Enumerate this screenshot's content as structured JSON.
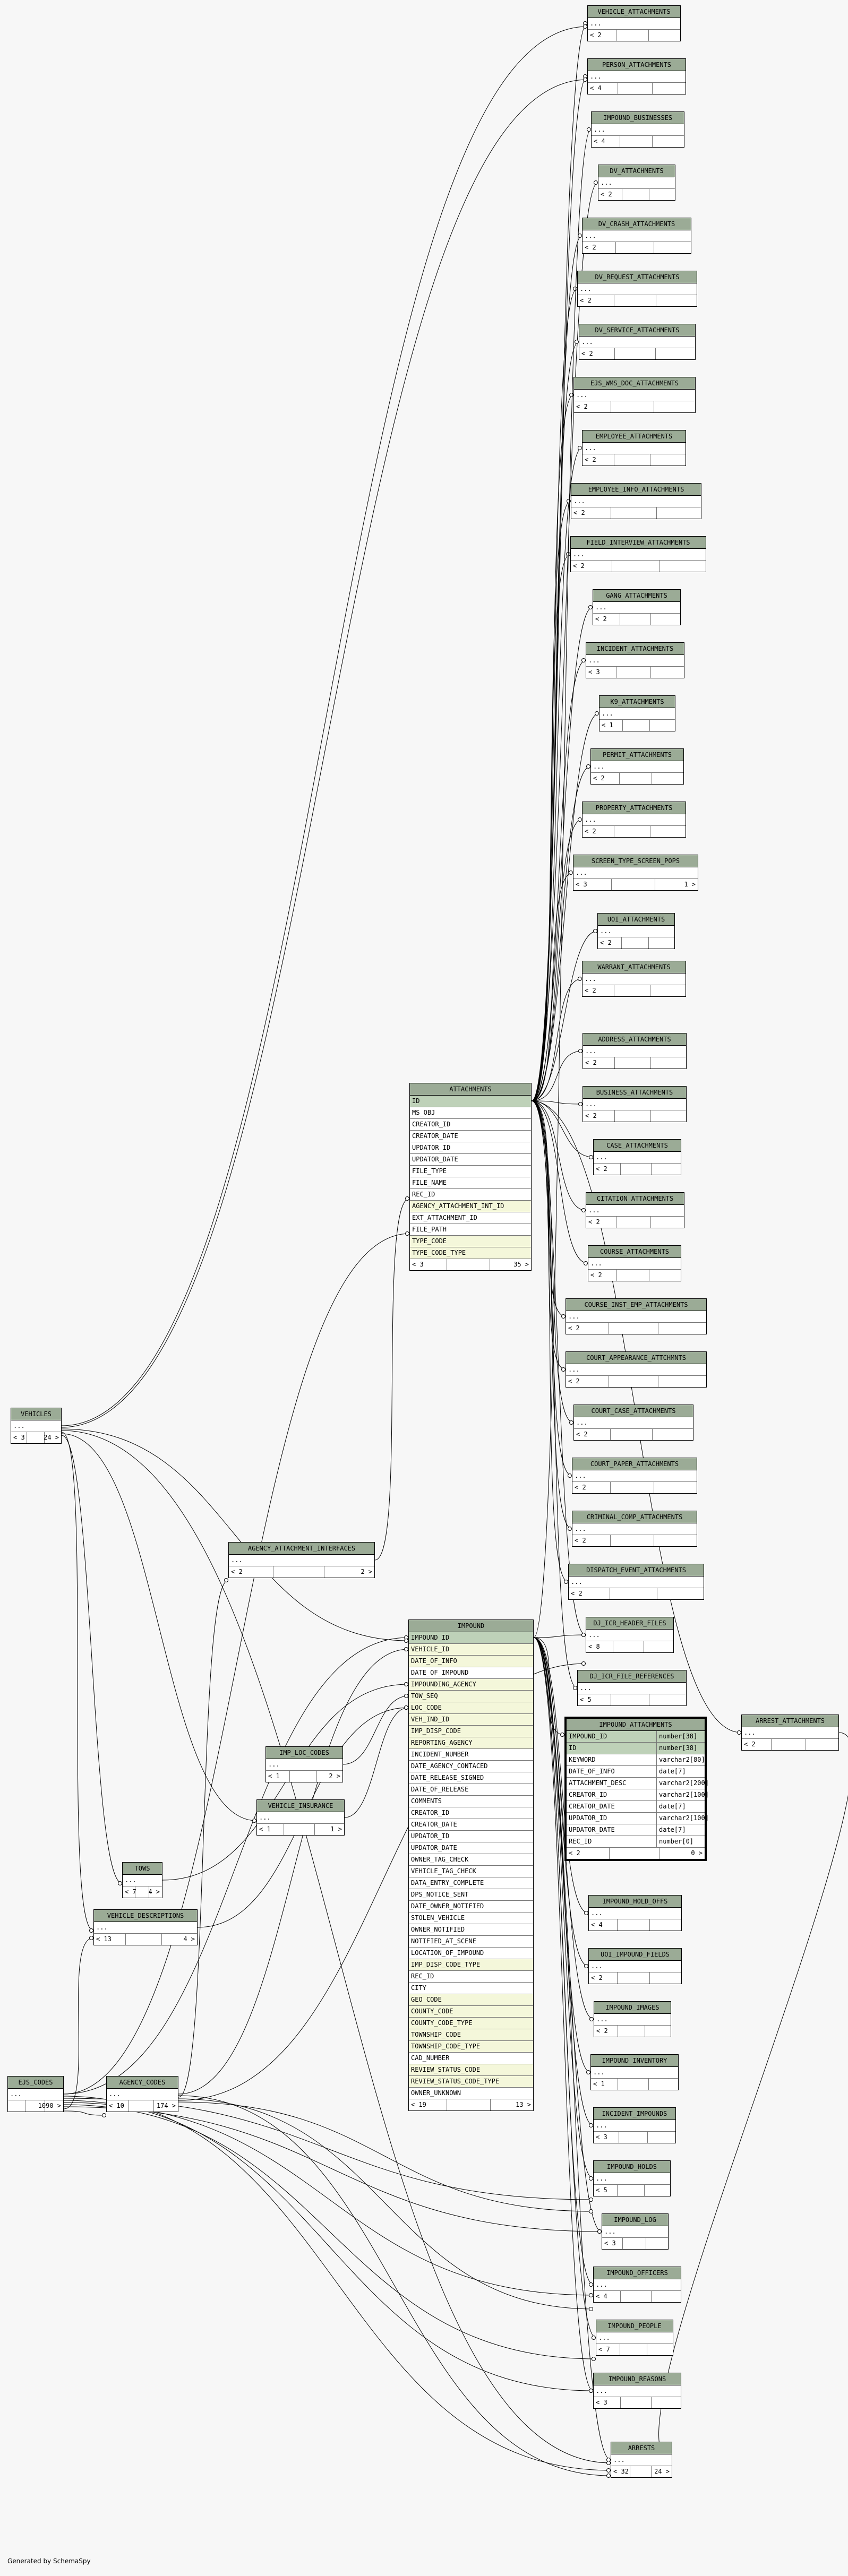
{
  "footer_text": "Generated by SchemaSpy",
  "colors": {
    "header": "#9bab96",
    "pk_row": "#bed1b8",
    "fk_row": "#f4f7da",
    "edge": "#000000"
  },
  "tables": {
    "vehicle_attachments": {
      "name": "VEHICLE_ATTACHMENTS",
      "rows": [
        "..."
      ],
      "foot_left": "< 2",
      "foot_right": ""
    },
    "person_attachments": {
      "name": "PERSON_ATTACHMENTS",
      "rows": [
        "..."
      ],
      "foot_left": "< 4",
      "foot_right": ""
    },
    "impound_businesses": {
      "name": "IMPOUND_BUSINESSES",
      "rows": [
        "..."
      ],
      "foot_left": "< 4",
      "foot_right": ""
    },
    "dv_attachments": {
      "name": "DV_ATTACHMENTS",
      "rows": [
        "..."
      ],
      "foot_left": "< 2",
      "foot_right": ""
    },
    "dv_crash_attachments": {
      "name": "DV_CRASH_ATTACHMENTS",
      "rows": [
        "..."
      ],
      "foot_left": "< 2",
      "foot_right": ""
    },
    "dv_request_attachments": {
      "name": "DV_REQUEST_ATTACHMENTS",
      "rows": [
        "..."
      ],
      "foot_left": "< 2",
      "foot_right": ""
    },
    "dv_service_attachments": {
      "name": "DV_SERVICE_ATTACHMENTS",
      "rows": [
        "..."
      ],
      "foot_left": "< 2",
      "foot_right": ""
    },
    "ejs_wms_doc_attachments": {
      "name": "EJS_WMS_DOC_ATTACHMENTS",
      "rows": [
        "..."
      ],
      "foot_left": "< 2",
      "foot_right": ""
    },
    "employee_attachments": {
      "name": "EMPLOYEE_ATTACHMENTS",
      "rows": [
        "..."
      ],
      "foot_left": "< 2",
      "foot_right": ""
    },
    "employee_info_attachments": {
      "name": "EMPLOYEE_INFO_ATTACHMENTS",
      "rows": [
        "..."
      ],
      "foot_left": "< 2",
      "foot_right": ""
    },
    "field_interview_attachments": {
      "name": "FIELD_INTERVIEW_ATTACHMENTS",
      "rows": [
        "..."
      ],
      "foot_left": "< 2",
      "foot_right": ""
    },
    "gang_attachments": {
      "name": "GANG_ATTACHMENTS",
      "rows": [
        "..."
      ],
      "foot_left": "< 2",
      "foot_right": ""
    },
    "incident_attachments": {
      "name": "INCIDENT_ATTACHMENTS",
      "rows": [
        "..."
      ],
      "foot_left": "< 3",
      "foot_right": ""
    },
    "k9_attachments": {
      "name": "K9_ATTACHMENTS",
      "rows": [
        "..."
      ],
      "foot_left": "< 1",
      "foot_right": ""
    },
    "permit_attachments": {
      "name": "PERMIT_ATTACHMENTS",
      "rows": [
        "..."
      ],
      "foot_left": "< 2",
      "foot_right": ""
    },
    "property_attachments": {
      "name": "PROPERTY_ATTACHMENTS",
      "rows": [
        "..."
      ],
      "foot_left": "< 2",
      "foot_right": ""
    },
    "screen_type_screen_pops": {
      "name": "SCREEN_TYPE_SCREEN_POPS",
      "rows": [
        "..."
      ],
      "foot_left": "< 3",
      "foot_right": "1 >"
    },
    "uoi_attachments": {
      "name": "UOI_ATTACHMENTS",
      "rows": [
        "..."
      ],
      "foot_left": "< 2",
      "foot_right": ""
    },
    "warrant_attachments": {
      "name": "WARRANT_ATTACHMENTS",
      "rows": [
        "..."
      ],
      "foot_left": "< 2",
      "foot_right": ""
    },
    "address_attachments": {
      "name": "ADDRESS_ATTACHMENTS",
      "rows": [
        "..."
      ],
      "foot_left": "< 2",
      "foot_right": ""
    },
    "business_attachments": {
      "name": "BUSINESS_ATTACHMENTS",
      "rows": [
        "..."
      ],
      "foot_left": "< 2",
      "foot_right": ""
    },
    "case_attachments": {
      "name": "CASE_ATTACHMENTS",
      "rows": [
        "..."
      ],
      "foot_left": "< 2",
      "foot_right": ""
    },
    "citation_attachments": {
      "name": "CITATION_ATTACHMENTS",
      "rows": [
        "..."
      ],
      "foot_left": "< 2",
      "foot_right": ""
    },
    "course_attachments": {
      "name": "COURSE_ATTACHMENTS",
      "rows": [
        "..."
      ],
      "foot_left": "< 2",
      "foot_right": ""
    },
    "course_inst_emp_attachments": {
      "name": "COURSE_INST_EMP_ATTACHMENTS",
      "rows": [
        "..."
      ],
      "foot_left": "< 2",
      "foot_right": ""
    },
    "court_appearance_attchmnts": {
      "name": "COURT_APPEARANCE_ATTCHMNTS",
      "rows": [
        "..."
      ],
      "foot_left": "< 2",
      "foot_right": ""
    },
    "court_case_attachments": {
      "name": "COURT_CASE_ATTACHMENTS",
      "rows": [
        "..."
      ],
      "foot_left": "< 2",
      "foot_right": ""
    },
    "court_paper_attachments": {
      "name": "COURT_PAPER_ATTACHMENTS",
      "rows": [
        "..."
      ],
      "foot_left": "< 2",
      "foot_right": ""
    },
    "criminal_comp_attachments": {
      "name": "CRIMINAL_COMP_ATTACHMENTS",
      "rows": [
        "..."
      ],
      "foot_left": "< 2",
      "foot_right": ""
    },
    "dispatch_event_attachments": {
      "name": "DISPATCH_EVENT_ATTACHMENTS",
      "rows": [
        "..."
      ],
      "foot_left": "< 2",
      "foot_right": ""
    },
    "dj_icr_header_files": {
      "name": "DJ_ICR_HEADER_FILES",
      "rows": [
        "..."
      ],
      "foot_left": "< 8",
      "foot_right": ""
    },
    "dj_icr_file_references": {
      "name": "DJ_ICR_FILE_REFERENCES",
      "rows": [
        "..."
      ],
      "foot_left": "< 5",
      "foot_right": ""
    },
    "arrest_attachments": {
      "name": "ARREST_ATTACHMENTS",
      "rows": [
        "..."
      ],
      "foot_left": "< 2",
      "foot_right": ""
    },
    "impound_hold_offs": {
      "name": "IMPOUND_HOLD_OFFS",
      "rows": [
        "..."
      ],
      "foot_left": "< 4",
      "foot_right": ""
    },
    "uoi_impound_fields": {
      "name": "UOI_IMPOUND_FIELDS",
      "rows": [
        "..."
      ],
      "foot_left": "< 2",
      "foot_right": ""
    },
    "impound_images": {
      "name": "IMPOUND_IMAGES",
      "rows": [
        "..."
      ],
      "foot_left": "< 2",
      "foot_right": ""
    },
    "impound_inventory": {
      "name": "IMPOUND_INVENTORY",
      "rows": [
        "..."
      ],
      "foot_left": "< 1",
      "foot_right": ""
    },
    "incident_impounds": {
      "name": "INCIDENT_IMPOUNDS",
      "rows": [
        "..."
      ],
      "foot_left": "< 3",
      "foot_right": ""
    },
    "impound_holds": {
      "name": "IMPOUND_HOLDS",
      "rows": [
        "..."
      ],
      "foot_left": "< 5",
      "foot_right": ""
    },
    "impound_log": {
      "name": "IMPOUND_LOG",
      "rows": [
        "..."
      ],
      "foot_left": "< 3",
      "foot_right": ""
    },
    "impound_officers": {
      "name": "IMPOUND_OFFICERS",
      "rows": [
        "..."
      ],
      "foot_left": "< 4",
      "foot_right": ""
    },
    "impound_people": {
      "name": "IMPOUND_PEOPLE",
      "rows": [
        "..."
      ],
      "foot_left": "< 7",
      "foot_right": ""
    },
    "impound_reasons": {
      "name": "IMPOUND_REASONS",
      "rows": [
        "..."
      ],
      "foot_left": "< 3",
      "foot_right": ""
    },
    "arrests": {
      "name": "ARRESTS",
      "rows": [
        "..."
      ],
      "foot_left": "< 32",
      "foot_right": "24 >"
    },
    "vehicles": {
      "name": "VEHICLES",
      "rows": [
        "..."
      ],
      "foot_left": "< 3",
      "foot_right": "24 >"
    },
    "ejs_codes": {
      "name": "EJS_CODES",
      "rows": [
        "..."
      ],
      "foot_left": "",
      "foot_right": "1090 >"
    },
    "agency_codes": {
      "name": "AGENCY_CODES",
      "rows": [
        "..."
      ],
      "foot_left": "< 10",
      "foot_right": "174 >"
    },
    "vehicle_descriptions": {
      "name": "VEHICLE_DESCRIPTIONS",
      "rows": [
        "..."
      ],
      "foot_left": "< 13",
      "foot_right": "4 >"
    },
    "tows": {
      "name": "TOWS",
      "rows": [
        "..."
      ],
      "foot_left": "< 7",
      "foot_right": "4 >"
    },
    "agency_attachment_interfaces": {
      "name": "AGENCY_ATTACHMENT_INTERFACES",
      "rows": [
        "..."
      ],
      "foot_left": "< 2",
      "foot_right": "2 >"
    },
    "imp_loc_codes": {
      "name": "IMP_LOC_CODES",
      "rows": [
        "..."
      ],
      "foot_left": "< 1",
      "foot_right": "2 >"
    },
    "vehicle_insurance": {
      "name": "VEHICLE_INSURANCE",
      "rows": [
        "..."
      ],
      "foot_left": "< 1",
      "foot_right": "1 >"
    },
    "attachments": {
      "name": "ATTACHMENTS",
      "rows": [
        "ID",
        "MS_OBJ",
        "CREATOR_ID",
        "CREATOR_DATE",
        "UPDATOR_ID",
        "UPDATOR_DATE",
        "FILE_TYPE",
        "FILE_NAME",
        "REC_ID",
        "AGENCY_ATTACHMENT_INT_ID",
        "EXT_ATTACHMENT_ID",
        "FILE_PATH",
        "TYPE_CODE",
        "TYPE_CODE_TYPE"
      ],
      "foot_left": "< 3",
      "foot_right": "35 >"
    },
    "impound": {
      "name": "IMPOUND",
      "rows": [
        "IMPOUND_ID",
        "VEHICLE_ID",
        "DATE_OF_INFO",
        "DATE_OF_IMPOUND",
        "IMPOUNDING_AGENCY",
        "TOW_SEQ",
        "LOC_CODE",
        "VEH_IND_ID",
        "IMP_DISP_CODE",
        "REPORTING_AGENCY",
        "INCIDENT_NUMBER",
        "DATE_AGENCY_CONTACED",
        "DATE_RELEASE_SIGNED",
        "DATE_OF_RELEASE",
        "COMMENTS",
        "CREATOR_ID",
        "CREATOR_DATE",
        "UPDATOR_ID",
        "UPDATOR_DATE",
        "OWNER_TAG_CHECK",
        "VEHICLE_TAG_CHECK",
        "DATA_ENTRY_COMPLETE",
        "DPS_NOTICE_SENT",
        "DATE_OWNER_NOTIFIED",
        "STOLEN_VEHICLE",
        "OWNER_NOTIFIED",
        "NOTIFIED_AT_SCENE",
        "LOCATION_OF_IMPOUND",
        "IMP_DISP_CODE_TYPE",
        "REC_ID",
        "CITY",
        "GEO_CODE",
        "COUNTY_CODE",
        "COUNTY_CODE_TYPE",
        "TOWNSHIP_CODE",
        "TOWNSHIP_CODE_TYPE",
        "CAD_NUMBER",
        "REVIEW_STATUS_CODE",
        "REVIEW_STATUS_CODE_TYPE",
        "OWNER_UNKNOWN"
      ],
      "foot_left": "< 19",
      "foot_right": "13 >"
    },
    "impound_attachments": {
      "name": "IMPOUND_ATTACHMENTS",
      "rows": [
        "IMPOUND_ID",
        "ID",
        "KEYWORD",
        "DATE_OF_INFO",
        "ATTACHMENT_DESC",
        "CREATOR_ID",
        "CREATOR_DATE",
        "UPDATOR_ID",
        "UPDATOR_DATE",
        "REC_ID"
      ],
      "types": [
        "number[38]",
        "number[38]",
        "varchar2[80]",
        "date[7]",
        "varchar2[200]",
        "varchar2[100]",
        "date[7]",
        "varchar2[100]",
        "date[7]",
        "number[0]"
      ],
      "foot_left": "< 2",
      "foot_right": "0 >"
    }
  }
}
